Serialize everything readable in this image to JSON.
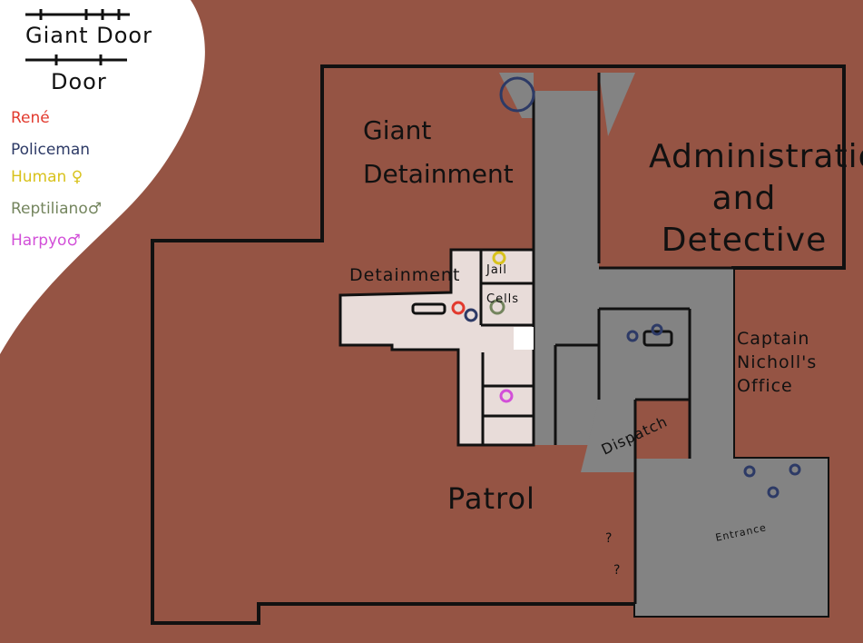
{
  "legend": {
    "giant_door": "Giant Door",
    "door": "Door",
    "entries": [
      {
        "label": "René",
        "color": "#e23a2e"
      },
      {
        "label": "Policeman",
        "color": "#2d3a66"
      },
      {
        "label": "Human ♀",
        "color": "#d8c21c"
      },
      {
        "label": "Reptiliano♂",
        "color": "#74855e"
      },
      {
        "label": "Harpyo♂",
        "color": "#d24fd8"
      }
    ]
  },
  "rooms": {
    "giant_detainment": "Giant Detainment",
    "admin": "Administration and Detective",
    "detainment": "Detainment",
    "jail": "Jail",
    "cells": "Cells",
    "captain": "Captain Nicholl's Office",
    "dispatch": "Dispatch",
    "patrol": "Patrol",
    "entrance": "Entrance",
    "unknown1": "?",
    "unknown2": "?"
  },
  "colors": {
    "ground": "#955444",
    "floor": "#e8dcd9",
    "corridor": "#838383"
  }
}
